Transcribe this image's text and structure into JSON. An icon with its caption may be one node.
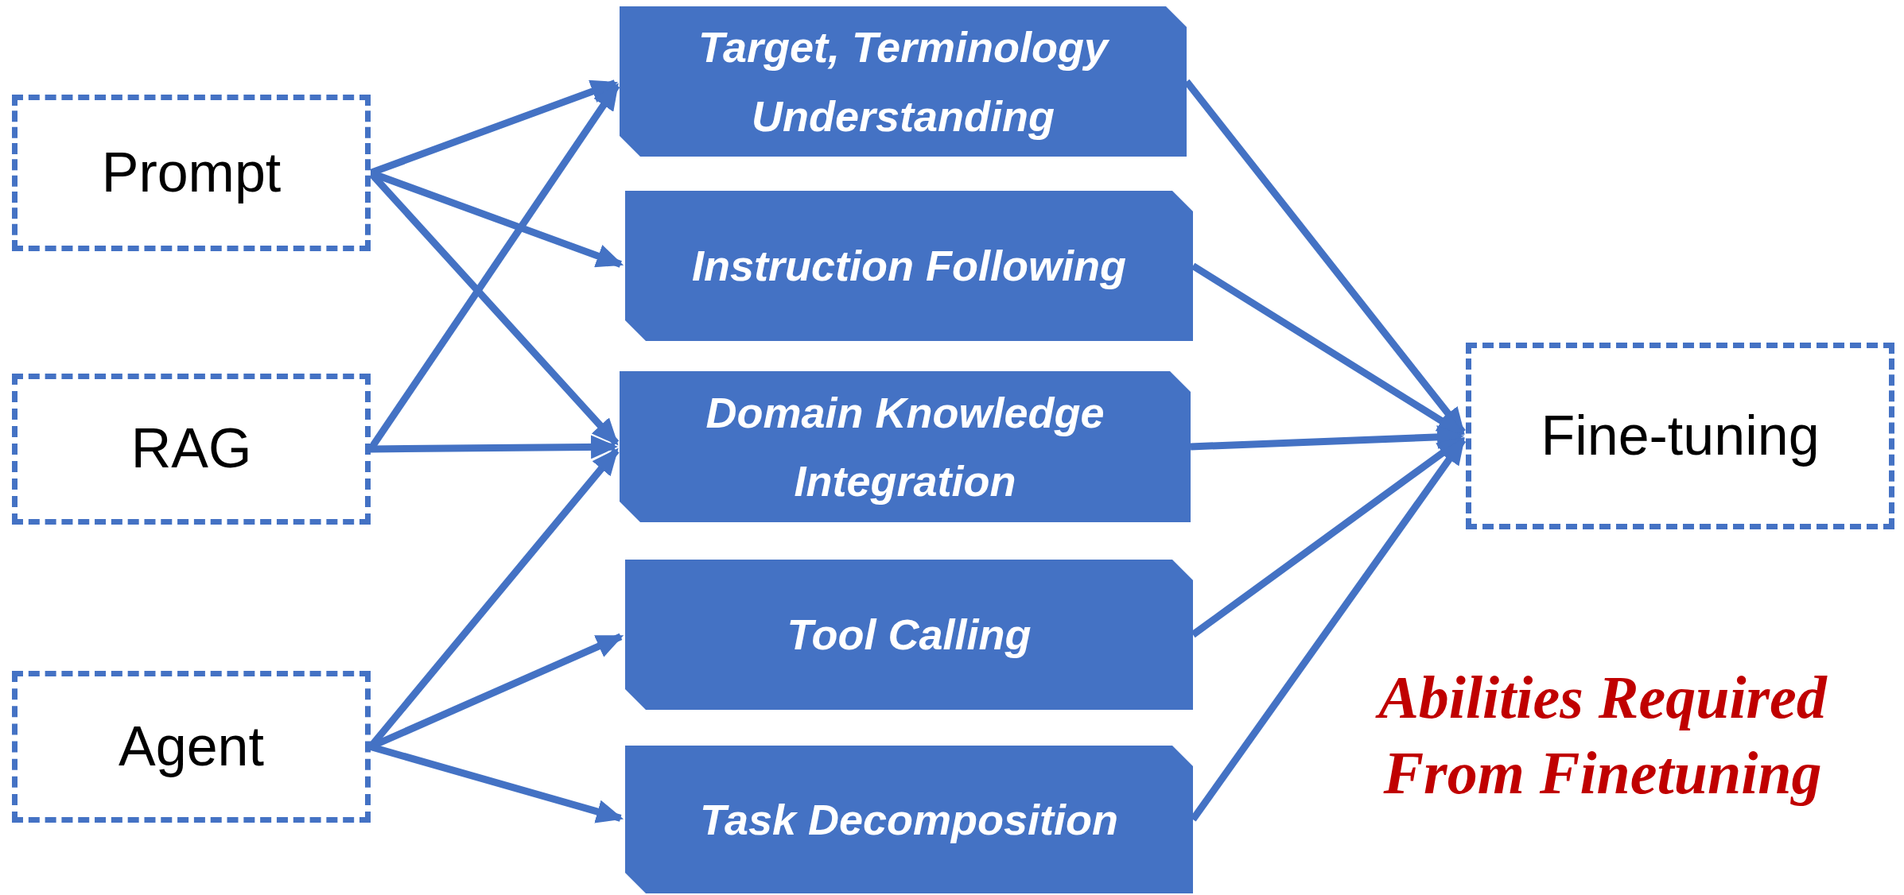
{
  "diagram": {
    "nodes": [
      {
        "text": [
          "Prompt"
        ]
      },
      {
        "text": [
          "RAG"
        ]
      },
      {
        "text": [
          "Agent"
        ]
      },
      {
        "text": [
          "Target, Terminology Understanding"
        ]
      },
      {
        "text": [
          "Instruction Following"
        ]
      },
      {
        "text": [
          "Domain Knowledge Integration"
        ]
      },
      {
        "text": [
          "Tool Calling"
        ]
      },
      {
        "text": [
          "Task Decomposition"
        ]
      },
      {
        "text": [
          "Fine-tuning"
        ]
      }
    ],
    "edges": [
      {
        "from": 0,
        "to": 3,
        "arrow": "to"
      },
      {
        "from": 0,
        "to": 4,
        "arrow": "to"
      },
      {
        "from": 0,
        "to": 5,
        "arrow": "to"
      },
      {
        "from": 1,
        "to": 3,
        "arrow": "to"
      },
      {
        "from": 1,
        "to": 5,
        "arrow": "to"
      },
      {
        "from": 2,
        "to": 5,
        "arrow": "to"
      },
      {
        "from": 2,
        "to": 6,
        "arrow": "to"
      },
      {
        "from": 2,
        "to": 7,
        "arrow": "to"
      },
      {
        "from": 3,
        "to": 8,
        "arrow": "to"
      },
      {
        "from": 4,
        "to": 8,
        "arrow": "to"
      },
      {
        "from": 5,
        "to": 8,
        "arrow": "to"
      },
      {
        "from": 6,
        "to": 8,
        "arrow": "to"
      },
      {
        "from": 7,
        "to": 8,
        "arrow": "to"
      }
    ],
    "labels": [
      "Abilities Required From Finetuning"
    ]
  }
}
